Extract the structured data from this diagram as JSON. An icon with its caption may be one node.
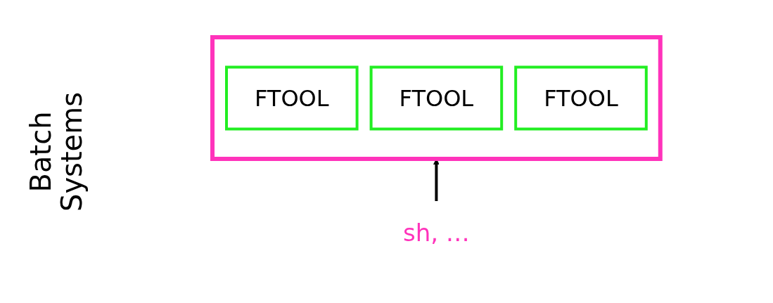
{
  "diagram": {
    "nodes": [
      {
        "text": [],
        "shape": "box"
      },
      {
        "text": [
          "FTOOL"
        ],
        "in": 0
      },
      {
        "text": [
          "FTOOL"
        ],
        "in": 0
      },
      {
        "text": [
          "FTOOL"
        ],
        "in": 0
      },
      {
        "text": [
          "sh, …"
        ]
      }
    ],
    "edges": [
      {
        "from": 4,
        "to": 0,
        "arrow": "to"
      }
    ],
    "labels": [
      "Batch Systems"
    ]
  }
}
